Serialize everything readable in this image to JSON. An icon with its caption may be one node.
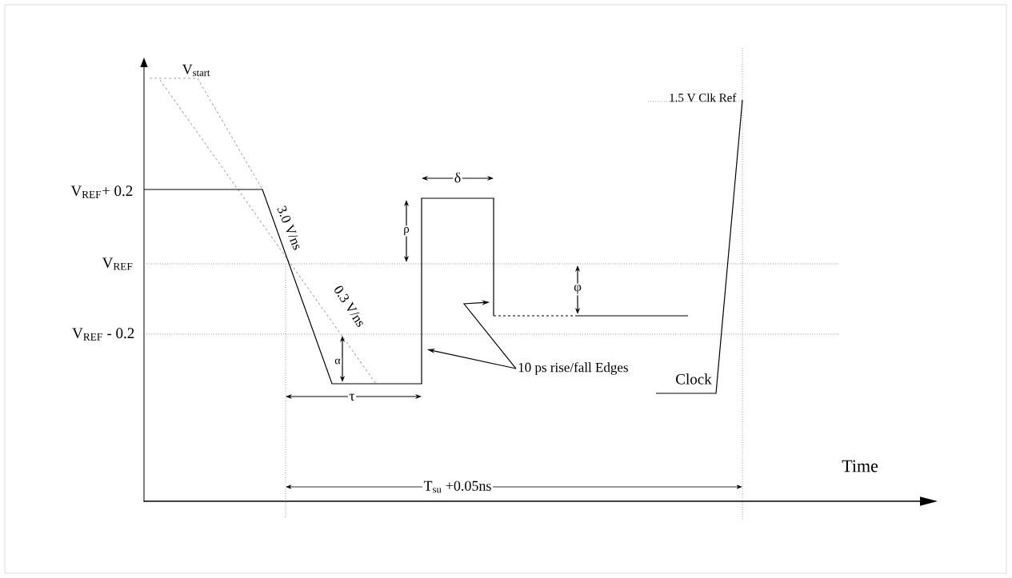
{
  "diagram": {
    "nodes": [
      {
        "text": [],
        "shape": "line"
      },
      {
        "text": [],
        "shape": "line"
      },
      {
        "text": [
          "10 ps rise/fall Edges"
        ]
      }
    ],
    "edges": [
      {
        "from": 2,
        "to": 0,
        "arrow": "to"
      },
      {
        "from": 2,
        "to": 1,
        "arrow": "to"
      }
    ],
    "labels": [
      "V$_{start}$",
      "1.5 V Clk Ref",
      "δ",
      "V$_{REF}$+ 0.2",
      "ρ",
      "3.0 V/ns",
      "V$_{REF}$",
      "φ",
      "0.3 V/ns",
      "V$_{REF}$ - 0.2",
      "α",
      "Clock",
      "τ",
      "T$_{su}$ +0.05ns",
      "Time"
    ]
  }
}
